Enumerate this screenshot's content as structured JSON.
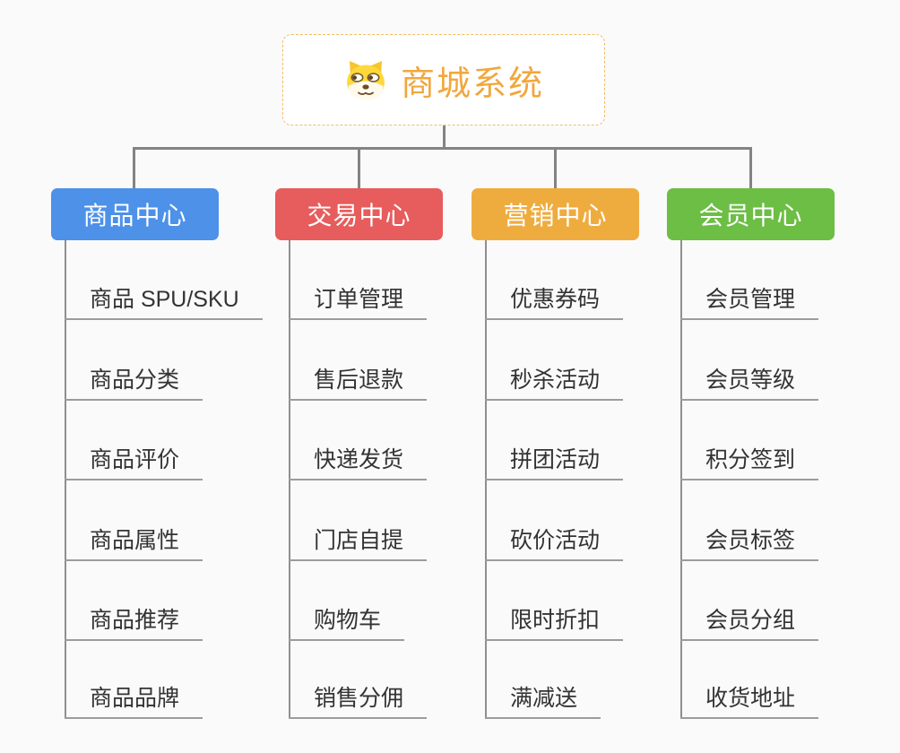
{
  "root": {
    "title": "商城系统",
    "icon": "dog-face-icon",
    "title_color": "#f1a73d",
    "border_color": "#f3bc62"
  },
  "connector_color": "#838383",
  "underline_color": "#9c9c9c",
  "leaf_text_color": "#333333",
  "background_color": "#fafafa",
  "columns": [
    {
      "label": "商品中心",
      "color": "#4d91e9",
      "items": [
        "商品 SPU/SKU",
        "商品分类",
        "商品评价",
        "商品属性",
        "商品推荐",
        "商品品牌"
      ]
    },
    {
      "label": "交易中心",
      "color": "#e75c5c",
      "items": [
        "订单管理",
        "售后退款",
        "快递发货",
        "门店自提",
        "购物车",
        "销售分佣"
      ]
    },
    {
      "label": "营销中心",
      "color": "#efac3e",
      "items": [
        "优惠券码",
        "秒杀活动",
        "拼团活动",
        "砍价活动",
        "限时折扣",
        "满减送"
      ]
    },
    {
      "label": "会员中心",
      "color": "#6cbe44",
      "items": [
        "会员管理",
        "会员等级",
        "积分签到",
        "会员标签",
        "会员分组",
        "收货地址"
      ]
    }
  ]
}
